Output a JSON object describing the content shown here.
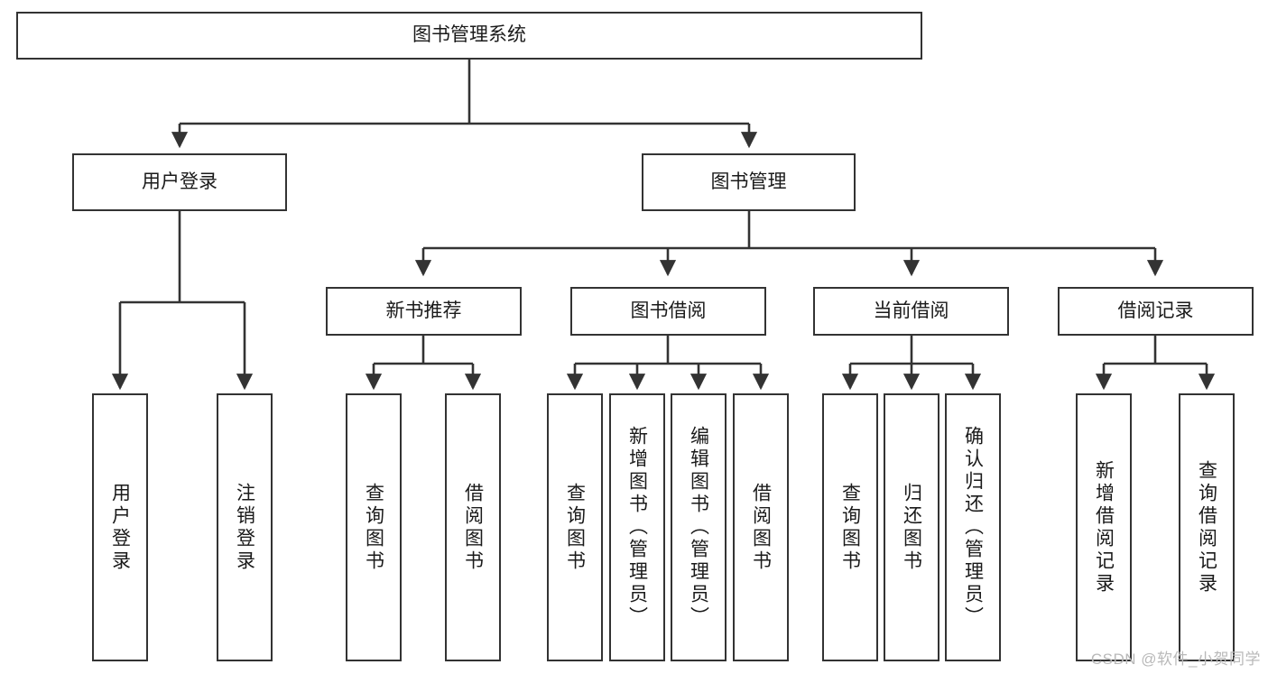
{
  "diagram": {
    "type": "tree-hierarchy",
    "title": "图书管理系统",
    "levels": 4,
    "root": {
      "id": "root",
      "label": "图书管理系统",
      "orientation": "horizontal"
    },
    "level2": [
      {
        "id": "user-login",
        "label": "用户登录",
        "orientation": "horizontal"
      },
      {
        "id": "book-manage",
        "label": "图书管理",
        "orientation": "horizontal"
      }
    ],
    "level3": [
      {
        "id": "new-book-rec",
        "label": "新书推荐",
        "parent": "book-manage",
        "orientation": "horizontal"
      },
      {
        "id": "book-borrow",
        "label": "图书借阅",
        "parent": "book-manage",
        "orientation": "horizontal"
      },
      {
        "id": "current-borrow",
        "label": "当前借阅",
        "parent": "book-manage",
        "orientation": "horizontal"
      },
      {
        "id": "borrow-record",
        "label": "借阅记录",
        "parent": "book-manage",
        "orientation": "horizontal"
      }
    ],
    "leaves": [
      {
        "id": "leaf-user-login",
        "label": "用户登录",
        "parent": "user-login",
        "orientation": "vertical"
      },
      {
        "id": "leaf-user-logout",
        "label": "注销登录",
        "parent": "user-login",
        "orientation": "vertical"
      },
      {
        "id": "leaf-query-book-1",
        "label": "查询图书",
        "parent": "new-book-rec",
        "orientation": "vertical"
      },
      {
        "id": "leaf-borrow-book-1",
        "label": "借阅图书",
        "parent": "new-book-rec",
        "orientation": "vertical"
      },
      {
        "id": "leaf-query-book-2",
        "label": "查询图书",
        "parent": "book-borrow",
        "orientation": "vertical"
      },
      {
        "id": "leaf-add-book",
        "label": "新增图书（管理员）",
        "parent": "book-borrow",
        "orientation": "vertical"
      },
      {
        "id": "leaf-edit-book",
        "label": "编辑图书（管理员）",
        "parent": "book-borrow",
        "orientation": "vertical"
      },
      {
        "id": "leaf-borrow-book-2",
        "label": "借阅图书",
        "parent": "book-borrow",
        "orientation": "vertical"
      },
      {
        "id": "leaf-query-book-3",
        "label": "查询图书",
        "parent": "current-borrow",
        "orientation": "vertical"
      },
      {
        "id": "leaf-return-book",
        "label": "归还图书",
        "parent": "current-borrow",
        "orientation": "vertical"
      },
      {
        "id": "leaf-confirm-return",
        "label": "确认归还（管理员）",
        "parent": "current-borrow",
        "orientation": "vertical"
      },
      {
        "id": "leaf-add-record",
        "label": "新增借阅记录",
        "parent": "borrow-record",
        "orientation": "vertical"
      },
      {
        "id": "leaf-query-record",
        "label": "查询借阅记录",
        "parent": "borrow-record",
        "orientation": "vertical"
      }
    ],
    "watermark": "CSDN @软件_小贺同学",
    "colors": {
      "stroke": "#333333",
      "fill": "#ffffff",
      "text": "#1a1a1a",
      "watermark": "#b9b9b9"
    }
  }
}
